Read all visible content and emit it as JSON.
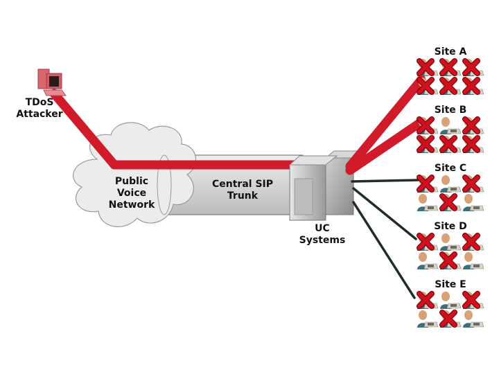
{
  "labels": {
    "attacker": "TDoS\nAttacker",
    "cloud": "Public\nVoice\nNetwork",
    "trunk": "Central SIP\nTrunk",
    "uc": "UC\nSystems"
  },
  "colors": {
    "attack_line": "#d11a2a",
    "normal_line": "#1e2e24",
    "trunk_fill": "#d8d8d8",
    "cloud_fill": "#ececec",
    "x_mark": "#d0101e"
  },
  "sites": [
    {
      "name": "Site A",
      "users": [
        "blocked",
        "blocked",
        "blocked",
        "blocked",
        "blocked",
        "blocked"
      ],
      "link": "attack"
    },
    {
      "name": "Site B",
      "users": [
        "blocked",
        "ok",
        "blocked",
        "blocked",
        "blocked",
        "blocked"
      ],
      "link": "attack"
    },
    {
      "name": "Site C",
      "users": [
        "blocked",
        "ok",
        "blocked",
        "ok",
        "blocked",
        "ok"
      ],
      "link": "normal"
    },
    {
      "name": "Site D",
      "users": [
        "blocked",
        "ok",
        "blocked",
        "ok",
        "blocked",
        "ok"
      ],
      "link": "normal"
    },
    {
      "name": "Site E",
      "users": [
        "blocked",
        "ok",
        "blocked",
        "ok",
        "blocked",
        "ok"
      ],
      "link": "normal"
    }
  ]
}
